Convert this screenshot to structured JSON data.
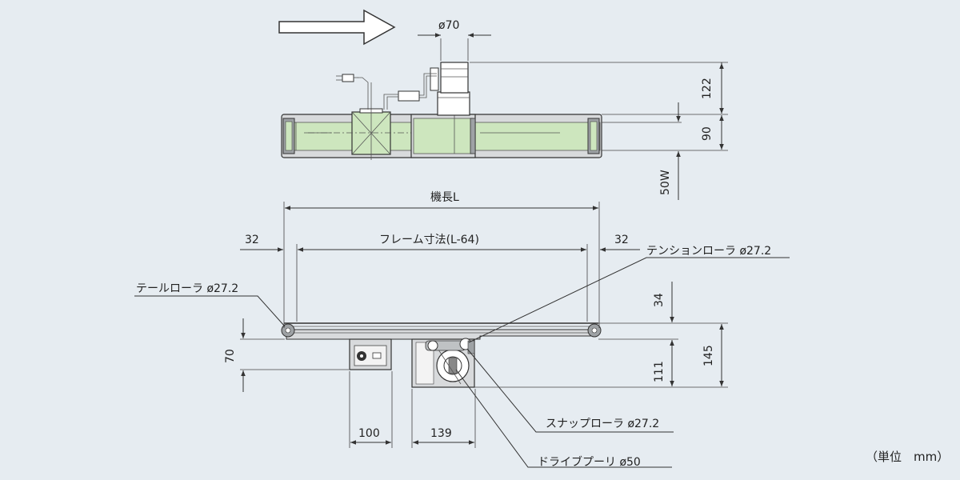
{
  "labels": {
    "dia_motor": "ø70",
    "h_motor": "122",
    "h_frame_top": "90",
    "belt_width": "50W",
    "machine_length": "機長L",
    "frame_dim": "フレーム寸法(L-64)",
    "left_32": "32",
    "right_32": "32",
    "tension_roller": "テンションローラ ø27.2",
    "tail_roller": "テールローラ ø27.2",
    "h_34": "34",
    "h_70": "70",
    "h_111": "111",
    "h_145": "145",
    "w_100": "100",
    "w_139": "139",
    "snap_roller": "スナップローラ ø27.2",
    "drive_pulley": "ドライブプーリ ø50",
    "unit": "（単位　mm）"
  },
  "colors": {
    "background": "#e6ecf1",
    "belt_green": "#cde6be",
    "frame_gray": "#d8dadc",
    "dark_gray": "#7a7d80"
  },
  "icons": {
    "direction": "right-arrow-icon"
  }
}
